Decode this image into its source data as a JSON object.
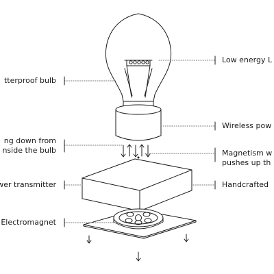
{
  "labels": {
    "left": {
      "bulb": "tterproof bulb",
      "hanging_line1": "ng down from",
      "hanging_line2": "nside the bulb",
      "transmitter": "wer transmitter",
      "electromagnet": "Electromagnet"
    },
    "right": {
      "led": "Low energy L",
      "wireless": "Wireless pow",
      "magnetism_line1": "Magnetism w",
      "magnetism_line2": "pushes up th",
      "handcrafted": "Handcrafted"
    }
  },
  "colors": {
    "stroke": "#1a1a1a",
    "leader": "#777777",
    "background": "#ffffff"
  }
}
